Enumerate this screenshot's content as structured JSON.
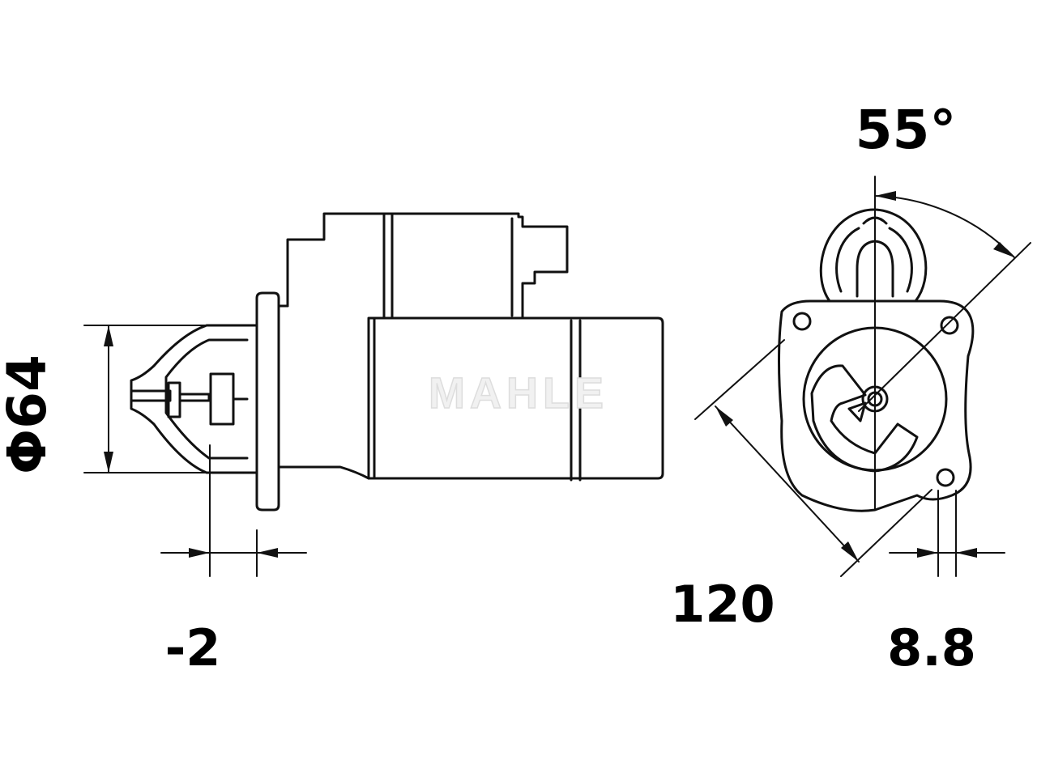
{
  "dimensions": {
    "diameter": "Φ64",
    "offset": "-2",
    "mount": "120",
    "bolt": "8.8",
    "angle": "55°"
  },
  "watermark": "MAHLE"
}
